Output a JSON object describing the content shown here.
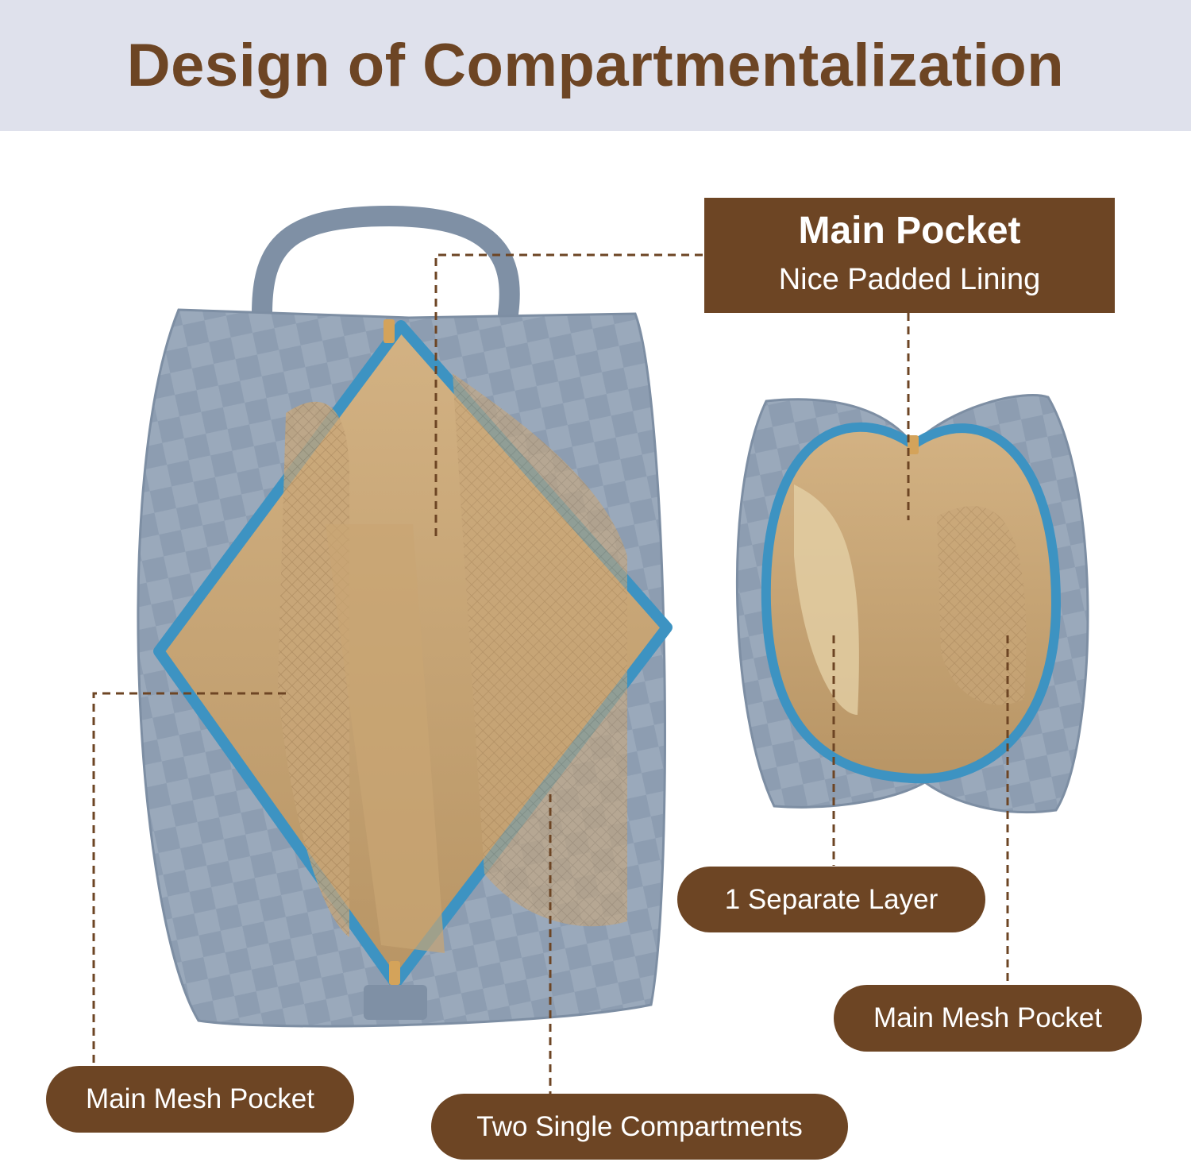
{
  "header": {
    "title": "Design of Compartmentalization"
  },
  "callouts": {
    "main_pocket": {
      "title": "Main Pocket",
      "subtitle": "Nice Padded Lining"
    },
    "separate_layer": "1 Separate Layer",
    "mesh_right": "Main Mesh Pocket",
    "mesh_left": "Main Mesh Pocket",
    "two_compartments": "Two Single Compartments"
  },
  "colors": {
    "banner_bg": "#dfe1ec",
    "brand_brown": "#6d4524",
    "bag_gray_blue": "#8d9db1",
    "zipper_blue": "#3d93c2",
    "lining_tan": "#c9a574"
  }
}
